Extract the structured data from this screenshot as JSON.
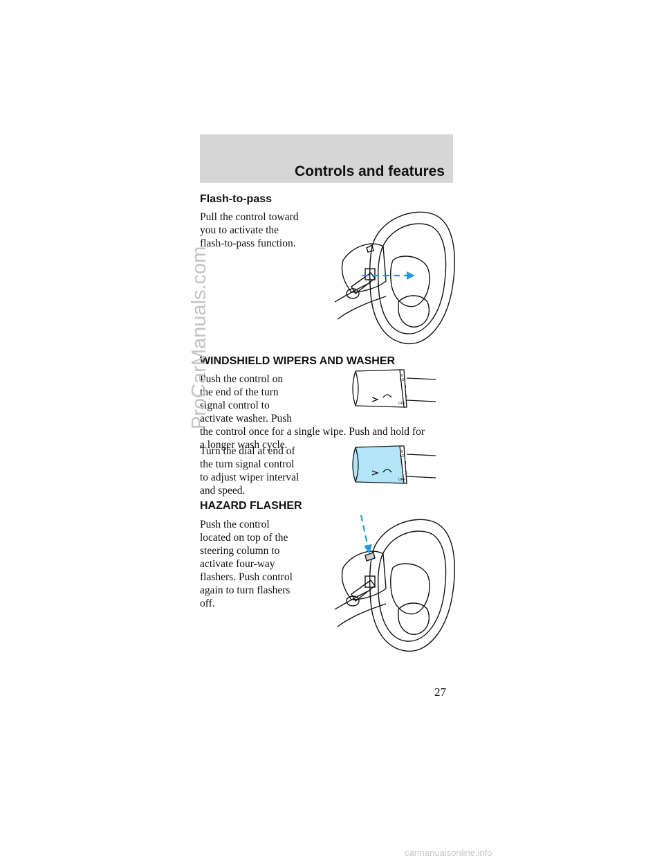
{
  "header": {
    "title": "Controls and features"
  },
  "flash_to_pass": {
    "heading": "Flash-to-pass",
    "lines": [
      "Pull the control toward",
      "you to activate the",
      "flash-to-pass function."
    ]
  },
  "wipers": {
    "heading": "WINDSHIELD WIPERS AND WASHER",
    "para1_short_lines": [
      "Push the control on",
      "the end of the turn",
      "signal control to",
      "activate washer. Push"
    ],
    "para1_wide_lines": [
      "the control once for a single wipe. Push and hold for",
      "a longer wash cycle."
    ],
    "para2_lines": [
      "Turn the dial at end of",
      "the turn signal control",
      "to adjust wiper interval",
      "and speed."
    ],
    "dial_labels": [
      "HI",
      "LO",
      "I",
      "5",
      "OFF"
    ]
  },
  "hazard": {
    "heading": "HAZARD FLASHER",
    "lines": [
      "Push the control",
      "located on top of the",
      "steering column to",
      "activate four-way",
      "flashers. Push control",
      "again to turn flashers",
      "off."
    ]
  },
  "page_number": "27",
  "watermarks": {
    "side": "ProCarManuals.com",
    "bottom": "carmanualsonline.info"
  },
  "colors": {
    "header_band": "#d6d6d6",
    "accent_blue": "#1e9be0",
    "dial_highlight": "#b3e4f7"
  }
}
